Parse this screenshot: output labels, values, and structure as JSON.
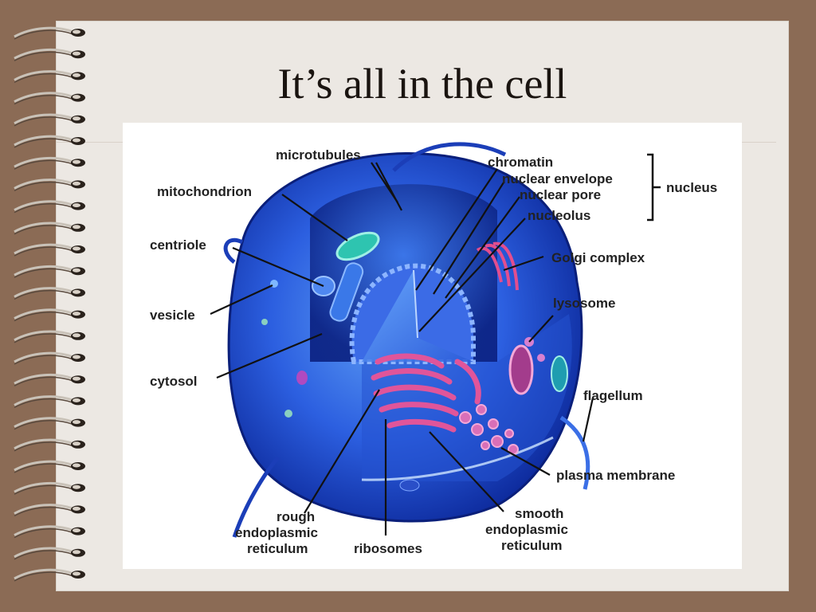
{
  "slide": {
    "title": "It’s all in the cell"
  },
  "diagram": {
    "labels": {
      "microtubules": "microtubules",
      "mitochondrion": "mitochondrion",
      "centriole": "centriole",
      "vesicle": "vesicle",
      "cytosol": "cytosol",
      "chromatin": "chromatin",
      "nuclear_envelope": "nuclear envelope",
      "nuclear_pore": "nuclear pore",
      "nucleolus": "nucleolus",
      "nucleus": "nucleus",
      "golgi_complex": "Golgi complex",
      "lysosome": "lysosome",
      "flagellum": "flagellum",
      "plasma_membrane": "plasma membrane",
      "rough_er_1": "rough",
      "rough_er_2": "endoplasmic",
      "rough_er_3": "reticulum",
      "ribosomes": "ribosomes",
      "smooth_er_1": "smooth",
      "smooth_er_2": "endoplasmic",
      "smooth_er_3": "reticulum"
    },
    "colors": {
      "cell_dark": "#0d2a9c",
      "cell_mid": "#2c5fe0",
      "cell_light": "#5fa0f5",
      "er_pink": "#e0559a",
      "mito_teal": "#2ec4b0"
    }
  }
}
